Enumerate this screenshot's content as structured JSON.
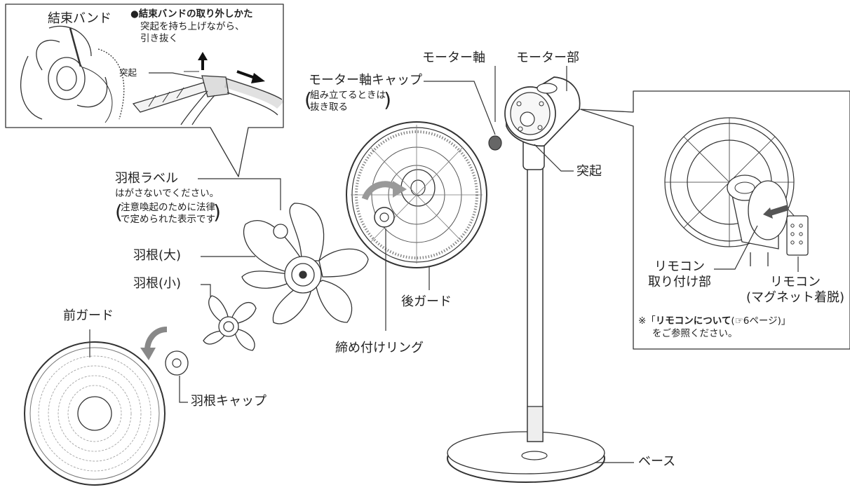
{
  "inset_top_left": {
    "band_label": "結束バンド",
    "removal_title": "●結束バンドの取り外しかた",
    "removal_line1": "突起を持ち上げながら、",
    "removal_line2": "引き抜く",
    "protrusion_label": "突起"
  },
  "inset_right": {
    "remote_mount_label_line1": "リモコン",
    "remote_mount_label_line2": "取り付け部",
    "remote_label_line1": "リモコン",
    "remote_label_line2": "(マグネット着脱)",
    "ref_prefix": "※「",
    "ref_bold": "リモコンについて",
    "ref_paren": "(☞6ページ)」",
    "ref_line2": "をご参照ください。"
  },
  "parts": {
    "blade_label": "羽根ラベル",
    "blade_label_note": "はがさないでください。",
    "blade_label_paren_line1": "注意喚起のために法律",
    "blade_label_paren_line2": "で定められた表示です",
    "blade_large": "羽根(大)",
    "blade_small": "羽根(小)",
    "front_guard": "前ガード",
    "blade_cap": "羽根キャップ",
    "motor_shaft_cap": "モーター軸キャップ",
    "motor_shaft_cap_paren_line1": "組み立てるときは",
    "motor_shaft_cap_paren_line2": "抜き取る",
    "rear_guard": "後ガード",
    "fastening_ring": "締め付けリング",
    "motor_shaft": "モーター軸",
    "motor_unit": "モーター部",
    "protrusion": "突起",
    "base": "ベース"
  }
}
